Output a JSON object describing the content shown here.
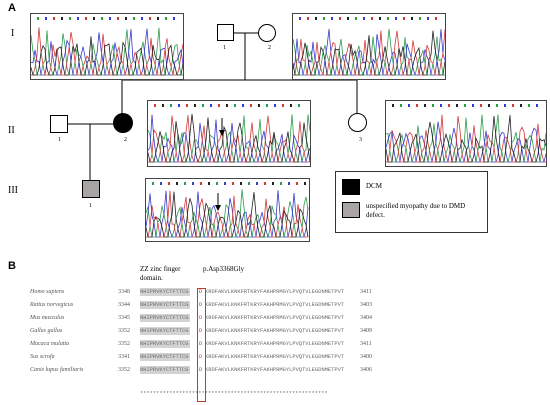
{
  "panel_a": {
    "letter": "A",
    "generations": [
      "I",
      "II",
      "III"
    ],
    "individuals": {
      "I1": "1",
      "I2": "2",
      "II1": "1",
      "II2": "2",
      "II3": "3",
      "III1": "1"
    },
    "legend": {
      "dcm_label": "DCM",
      "dmd_label": "unspecified myopathy due to DMD defect."
    },
    "colors": {
      "affected": "#000000",
      "dmd": "#a8a4a4",
      "trace_green": "#2e9e4e",
      "trace_blue": "#3a3ad0",
      "trace_red": "#d33a3a",
      "trace_black": "#222222"
    }
  },
  "panel_b": {
    "letter": "B",
    "domain_label": "ZZ zinc finger domain.",
    "variant_label": "p.Asp3368Gly",
    "rows": [
      {
        "species": "Homo sapiens",
        "start": "3348",
        "end": "3411"
      },
      {
        "species": "Rattus norvegicus",
        "start": "3344",
        "end": "3403"
      },
      {
        "species": "Mus musculus",
        "start": "3345",
        "end": "3404"
      },
      {
        "species": "Gallus gallus",
        "start": "3352",
        "end": "3409"
      },
      {
        "species": "Macaca mulatta",
        "start": "3352",
        "end": "3411"
      },
      {
        "species": "Sus scrofa",
        "start": "3341",
        "end": "3400"
      },
      {
        "species": "Canis lupus familiaris",
        "start": "3352",
        "end": "3406"
      }
    ],
    "seq_hl": "NHIPRVKYCTFTTCG",
    "seq_mid": "D",
    "seq_rest": "KRDFAKVLKNKFRTKRYFAKHPRMGYLPVQTVLEGDNMETPVT",
    "consensus": "**********************************************************"
  }
}
